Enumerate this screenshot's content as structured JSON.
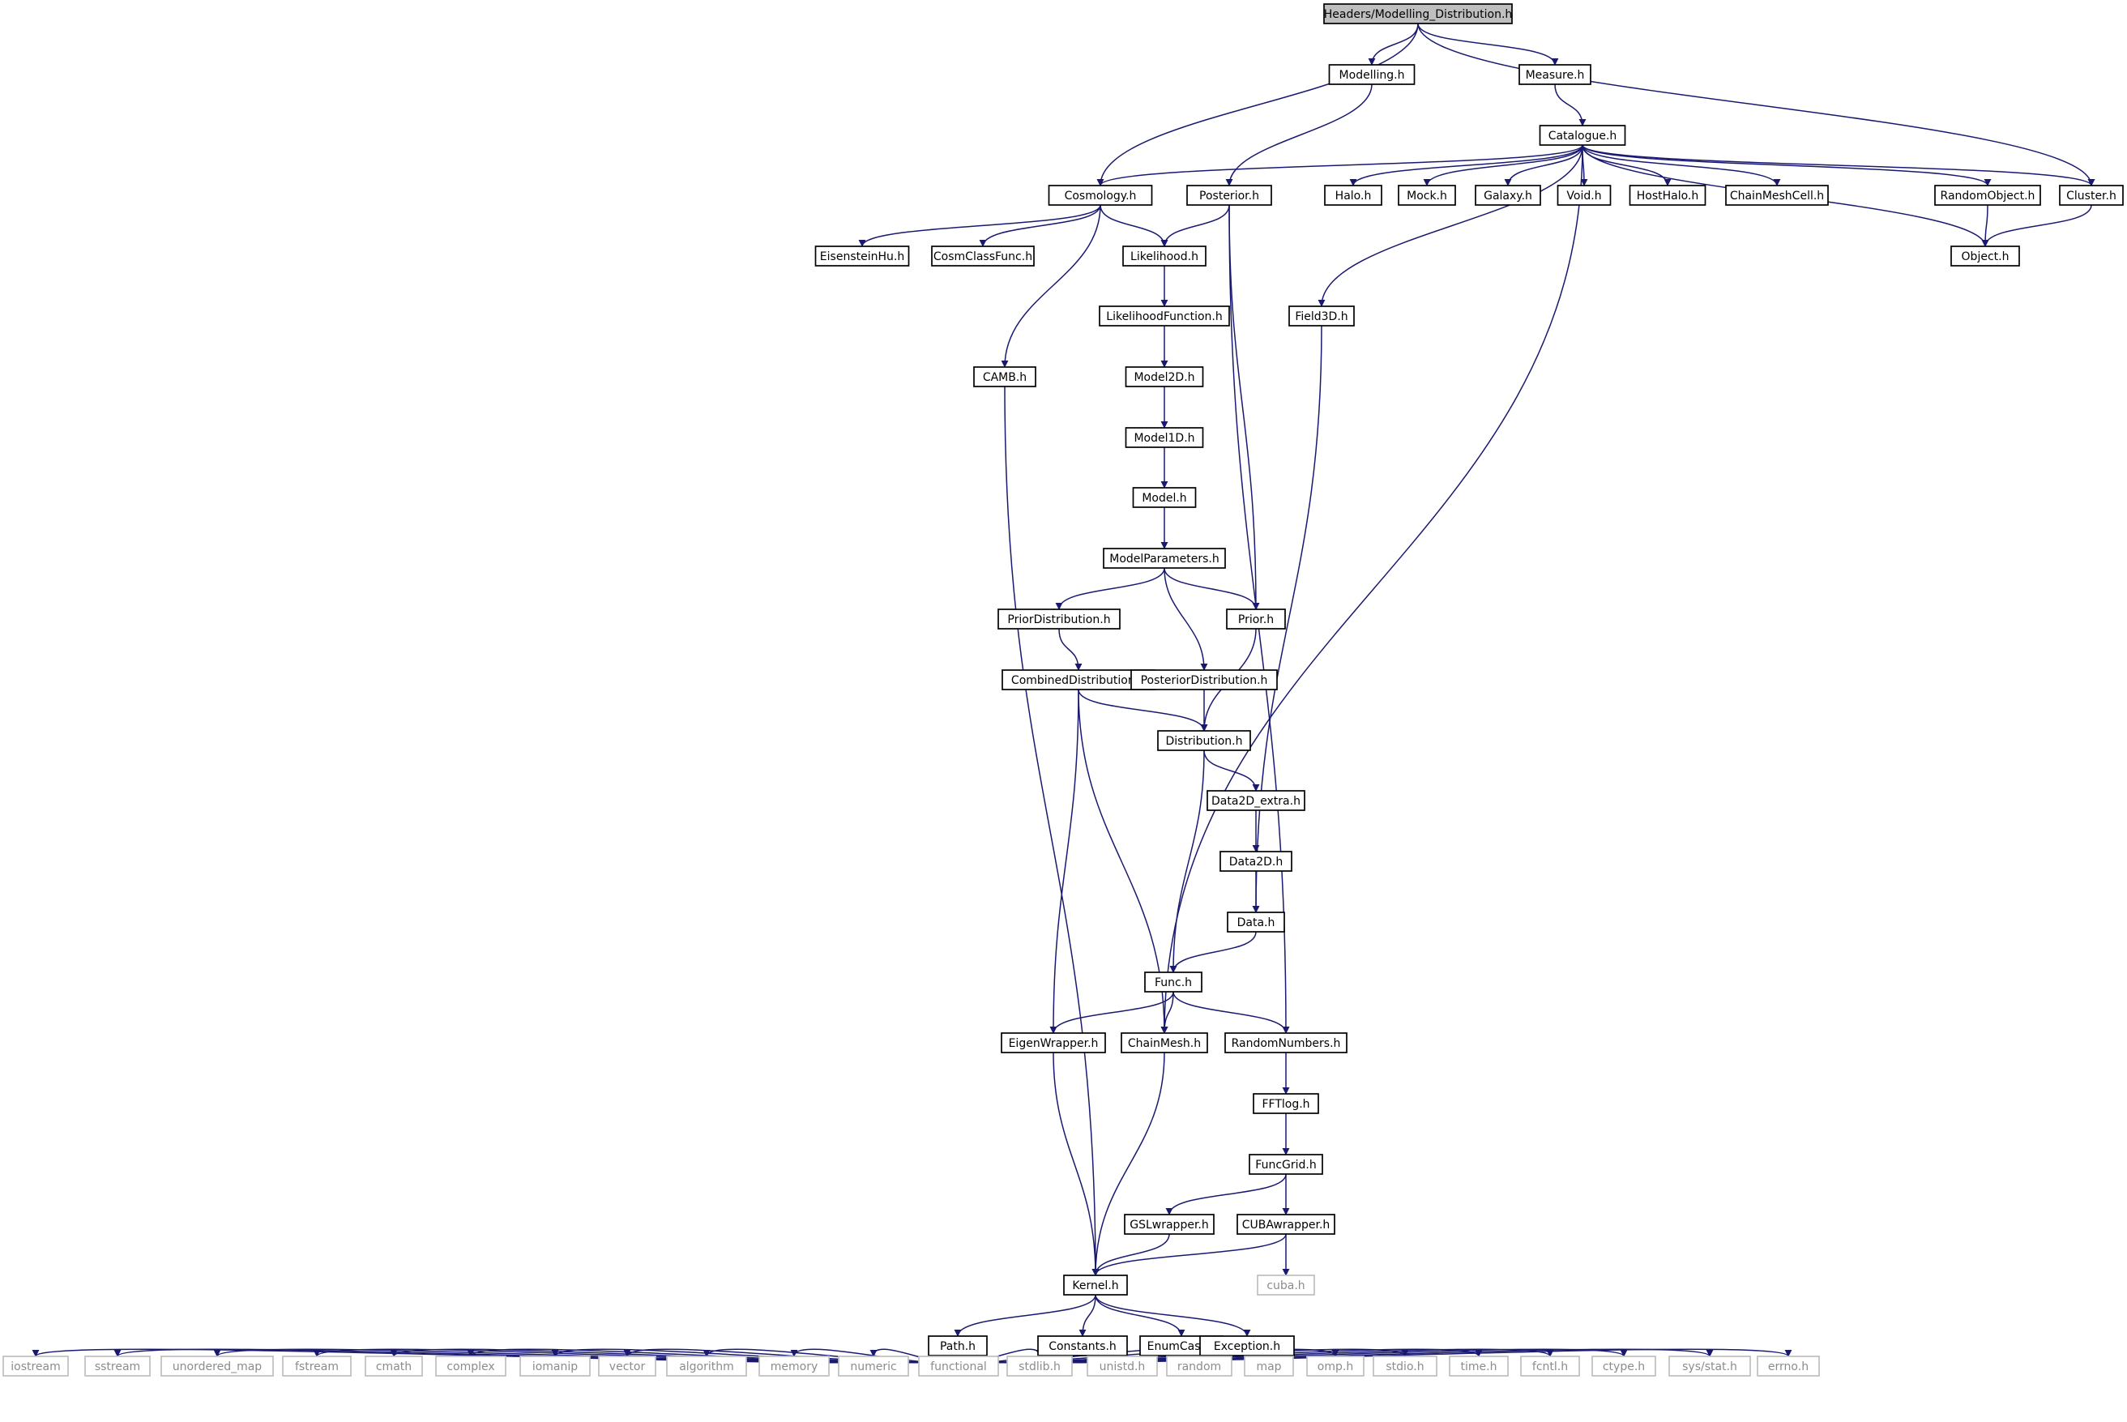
{
  "colors": {
    "edge": "#191970",
    "local_border": "#000000",
    "system_border": "#bfbfbf",
    "system_text": "#8c8c8c",
    "root_fill": "#bfbfbf",
    "text": "#000000"
  },
  "nodes": [
    {
      "id": "root",
      "label": "Headers/Modelling_Distribution.h",
      "kind": "root"
    },
    {
      "id": "modelling",
      "label": "Modelling.h",
      "kind": "local"
    },
    {
      "id": "measure",
      "label": "Measure.h",
      "kind": "local"
    },
    {
      "id": "catalogue",
      "label": "Catalogue.h",
      "kind": "local"
    },
    {
      "id": "cosmology",
      "label": "Cosmology.h",
      "kind": "local"
    },
    {
      "id": "posterior",
      "label": "Posterior.h",
      "kind": "local"
    },
    {
      "id": "halo",
      "label": "Halo.h",
      "kind": "local"
    },
    {
      "id": "mock",
      "label": "Mock.h",
      "kind": "local"
    },
    {
      "id": "galaxy",
      "label": "Galaxy.h",
      "kind": "local"
    },
    {
      "id": "void",
      "label": "Void.h",
      "kind": "local"
    },
    {
      "id": "hosthalo",
      "label": "HostHalo.h",
      "kind": "local"
    },
    {
      "id": "chainmeshcell",
      "label": "ChainMeshCell.h",
      "kind": "local"
    },
    {
      "id": "randomobject",
      "label": "RandomObject.h",
      "kind": "local"
    },
    {
      "id": "cluster",
      "label": "Cluster.h",
      "kind": "local"
    },
    {
      "id": "eisensteinhu",
      "label": "EisensteinHu.h",
      "kind": "local"
    },
    {
      "id": "cosmclassfunc",
      "label": "CosmClassFunc.h",
      "kind": "local"
    },
    {
      "id": "likelihood",
      "label": "Likelihood.h",
      "kind": "local"
    },
    {
      "id": "object",
      "label": "Object.h",
      "kind": "local"
    },
    {
      "id": "field3d",
      "label": "Field3D.h",
      "kind": "local"
    },
    {
      "id": "likelihoodfunction",
      "label": "LikelihoodFunction.h",
      "kind": "local"
    },
    {
      "id": "camb",
      "label": "CAMB.h",
      "kind": "local"
    },
    {
      "id": "model2d",
      "label": "Model2D.h",
      "kind": "local"
    },
    {
      "id": "model1d",
      "label": "Model1D.h",
      "kind": "local"
    },
    {
      "id": "model",
      "label": "Model.h",
      "kind": "local"
    },
    {
      "id": "modelparameters",
      "label": "ModelParameters.h",
      "kind": "local"
    },
    {
      "id": "priordistribution",
      "label": "PriorDistribution.h",
      "kind": "local"
    },
    {
      "id": "prior",
      "label": "Prior.h",
      "kind": "local"
    },
    {
      "id": "combineddistribution",
      "label": "CombinedDistribution.h",
      "kind": "local"
    },
    {
      "id": "posteriordistribution",
      "label": "PosteriorDistribution.h",
      "kind": "local"
    },
    {
      "id": "distribution",
      "label": "Distribution.h",
      "kind": "local"
    },
    {
      "id": "data2d_extra",
      "label": "Data2D_extra.h",
      "kind": "local"
    },
    {
      "id": "data2d",
      "label": "Data2D.h",
      "kind": "local"
    },
    {
      "id": "data",
      "label": "Data.h",
      "kind": "local"
    },
    {
      "id": "func",
      "label": "Func.h",
      "kind": "local"
    },
    {
      "id": "eigenwrapper",
      "label": "EigenWrapper.h",
      "kind": "local"
    },
    {
      "id": "chainmesh",
      "label": "ChainMesh.h",
      "kind": "local"
    },
    {
      "id": "randomnumbers",
      "label": "RandomNumbers.h",
      "kind": "local"
    },
    {
      "id": "fftlog",
      "label": "FFTlog.h",
      "kind": "local"
    },
    {
      "id": "funcgrid",
      "label": "FuncGrid.h",
      "kind": "local"
    },
    {
      "id": "gslwrapper",
      "label": "GSLwrapper.h",
      "kind": "local"
    },
    {
      "id": "cubawrapper",
      "label": "CUBAwrapper.h",
      "kind": "local"
    },
    {
      "id": "cuba",
      "label": "cuba.h",
      "kind": "system"
    },
    {
      "id": "kernel",
      "label": "Kernel.h",
      "kind": "local"
    },
    {
      "id": "path",
      "label": "Path.h",
      "kind": "local"
    },
    {
      "id": "constants",
      "label": "Constants.h",
      "kind": "local"
    },
    {
      "id": "enumcast",
      "label": "EnumCast.h",
      "kind": "local"
    },
    {
      "id": "exception",
      "label": "Exception.h",
      "kind": "local"
    },
    {
      "id": "iostream",
      "label": "iostream",
      "kind": "system"
    },
    {
      "id": "sstream",
      "label": "sstream",
      "kind": "system"
    },
    {
      "id": "unordered_map",
      "label": "unordered_map",
      "kind": "system"
    },
    {
      "id": "fstream",
      "label": "fstream",
      "kind": "system"
    },
    {
      "id": "cmath",
      "label": "cmath",
      "kind": "system"
    },
    {
      "id": "complex",
      "label": "complex",
      "kind": "system"
    },
    {
      "id": "iomanip",
      "label": "iomanip",
      "kind": "system"
    },
    {
      "id": "vector",
      "label": "vector",
      "kind": "system"
    },
    {
      "id": "algorithm",
      "label": "algorithm",
      "kind": "system"
    },
    {
      "id": "memory",
      "label": "memory",
      "kind": "system"
    },
    {
      "id": "numeric",
      "label": "numeric",
      "kind": "system"
    },
    {
      "id": "functional",
      "label": "functional",
      "kind": "system"
    },
    {
      "id": "stdlib",
      "label": "stdlib.h",
      "kind": "system"
    },
    {
      "id": "unistd",
      "label": "unistd.h",
      "kind": "system"
    },
    {
      "id": "random",
      "label": "random",
      "kind": "system"
    },
    {
      "id": "map",
      "label": "map",
      "kind": "system"
    },
    {
      "id": "omp",
      "label": "omp.h",
      "kind": "system"
    },
    {
      "id": "stdio",
      "label": "stdio.h",
      "kind": "system"
    },
    {
      "id": "time",
      "label": "time.h",
      "kind": "system"
    },
    {
      "id": "fcntl",
      "label": "fcntl.h",
      "kind": "system"
    },
    {
      "id": "ctype",
      "label": "ctype.h",
      "kind": "system"
    },
    {
      "id": "sysstat",
      "label": "sys/stat.h",
      "kind": "system"
    },
    {
      "id": "errno",
      "label": "errno.h",
      "kind": "system"
    }
  ],
  "edges": [
    [
      "root",
      "modelling"
    ],
    [
      "root",
      "measure"
    ],
    [
      "root",
      "cosmology"
    ],
    [
      "root",
      "cluster"
    ],
    [
      "modelling",
      "posterior"
    ],
    [
      "measure",
      "catalogue"
    ],
    [
      "catalogue",
      "cosmology"
    ],
    [
      "catalogue",
      "halo"
    ],
    [
      "catalogue",
      "mock"
    ],
    [
      "catalogue",
      "galaxy"
    ],
    [
      "catalogue",
      "void"
    ],
    [
      "catalogue",
      "hosthalo"
    ],
    [
      "catalogue",
      "chainmeshcell"
    ],
    [
      "catalogue",
      "randomobject"
    ],
    [
      "catalogue",
      "cluster"
    ],
    [
      "catalogue",
      "object"
    ],
    [
      "catalogue",
      "field3d"
    ],
    [
      "catalogue",
      "chainmesh"
    ],
    [
      "cosmology",
      "eisensteinhu"
    ],
    [
      "cosmology",
      "cosmclassfunc"
    ],
    [
      "cosmology",
      "likelihood"
    ],
    [
      "cosmology",
      "camb"
    ],
    [
      "posterior",
      "likelihood"
    ],
    [
      "posterior",
      "prior"
    ],
    [
      "posterior",
      "randomnumbers"
    ],
    [
      "randomobject",
      "object"
    ],
    [
      "cluster",
      "object"
    ],
    [
      "likelihood",
      "likelihoodfunction"
    ],
    [
      "likelihoodfunction",
      "model2d"
    ],
    [
      "model2d",
      "model1d"
    ],
    [
      "model1d",
      "model"
    ],
    [
      "model",
      "modelparameters"
    ],
    [
      "modelparameters",
      "priordistribution"
    ],
    [
      "modelparameters",
      "prior"
    ],
    [
      "modelparameters",
      "posteriordistribution"
    ],
    [
      "priordistribution",
      "combineddistribution"
    ],
    [
      "combineddistribution",
      "distribution"
    ],
    [
      "combineddistribution",
      "eigenwrapper"
    ],
    [
      "combineddistribution",
      "chainmesh"
    ],
    [
      "prior",
      "distribution"
    ],
    [
      "posteriordistribution",
      "distribution"
    ],
    [
      "distribution",
      "data2d_extra"
    ],
    [
      "distribution",
      "func"
    ],
    [
      "data2d_extra",
      "data2d"
    ],
    [
      "data2d",
      "data"
    ],
    [
      "field3d",
      "data"
    ],
    [
      "data",
      "func"
    ],
    [
      "func",
      "eigenwrapper"
    ],
    [
      "func",
      "chainmesh"
    ],
    [
      "func",
      "randomnumbers"
    ],
    [
      "randomnumbers",
      "fftlog"
    ],
    [
      "fftlog",
      "funcgrid"
    ],
    [
      "funcgrid",
      "gslwrapper"
    ],
    [
      "funcgrid",
      "cubawrapper"
    ],
    [
      "cubawrapper",
      "cuba"
    ],
    [
      "cubawrapper",
      "kernel"
    ],
    [
      "gslwrapper",
      "kernel"
    ],
    [
      "eigenwrapper",
      "kernel"
    ],
    [
      "chainmesh",
      "kernel"
    ],
    [
      "camb",
      "kernel"
    ],
    [
      "kernel",
      "path"
    ],
    [
      "kernel",
      "constants"
    ],
    [
      "kernel",
      "enumcast"
    ],
    [
      "kernel",
      "exception"
    ],
    [
      "path",
      "iostream"
    ],
    [
      "path",
      "sstream"
    ],
    [
      "path",
      "unordered_map"
    ],
    [
      "path",
      "fstream"
    ],
    [
      "path",
      "cmath"
    ],
    [
      "path",
      "complex"
    ],
    [
      "path",
      "iomanip"
    ],
    [
      "path",
      "vector"
    ],
    [
      "path",
      "algorithm"
    ],
    [
      "path",
      "memory"
    ],
    [
      "path",
      "numeric"
    ],
    [
      "path",
      "functional"
    ],
    [
      "path",
      "stdlib"
    ],
    [
      "path",
      "unistd"
    ],
    [
      "path",
      "random"
    ],
    [
      "path",
      "map"
    ],
    [
      "path",
      "omp"
    ],
    [
      "path",
      "stdio"
    ],
    [
      "path",
      "time"
    ],
    [
      "path",
      "fcntl"
    ],
    [
      "path",
      "ctype"
    ],
    [
      "path",
      "sysstat"
    ],
    [
      "path",
      "errno"
    ]
  ]
}
